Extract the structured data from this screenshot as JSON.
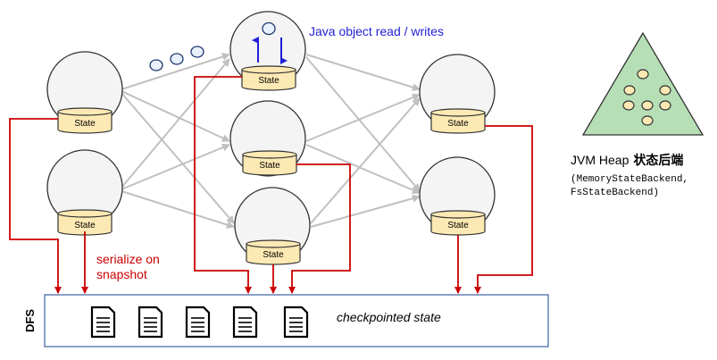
{
  "state_label": "State",
  "java_annotation": "Java object read / writes",
  "serialize_line1": "serialize on",
  "serialize_line2": "snapshot",
  "dfs_label": "DFS",
  "checkpointed_state": "checkpointed state",
  "heap_title": "JVM Heap",
  "heap_title_cn": "状态后端",
  "heap_line1": "(MemoryStateBackend,",
  "heap_line2": "FsStateBackend)",
  "colors": {
    "red": "#cc0000",
    "blue": "#1f1fd6",
    "green": "#b6dfb6",
    "state_fill": "#fde9b3"
  }
}
